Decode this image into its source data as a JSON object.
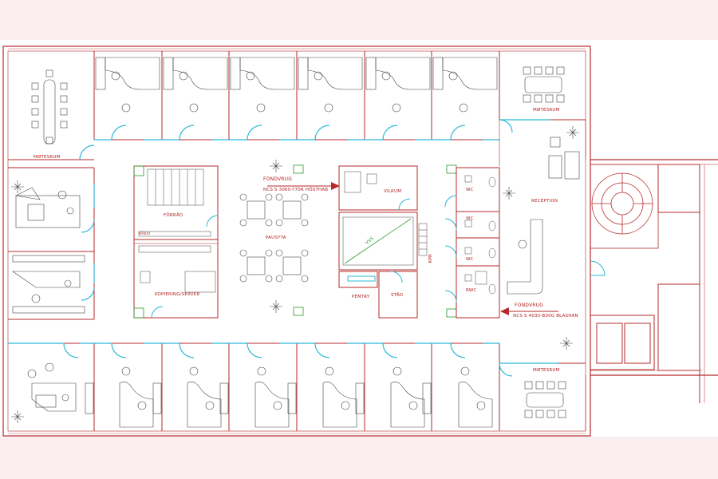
{
  "labels": {
    "motesrum_topleft": "MØTESRUM",
    "motesrum_topright": "MØTESRUM",
    "motesrum_bottomright": "MØTESRUM",
    "fonvrug_top": "FONDVRUG",
    "ncs_top": "NCS S 3060-Y70R HÖSTHAB",
    "fonvrug_bottom": "FONDVRUG",
    "ncs_bottom": "NCS S 4030-B30G BLASHAN",
    "forrad": "FÖRRÅD",
    "arkiv": "ARKIV",
    "kopiering": "KOPIERING/SERVER",
    "pausyta": "PAUSYTA",
    "vilrum": "VILRUM",
    "vvs": "VVS",
    "pentry": "PENTRY",
    "stad": "STÄD",
    "kpr": "KPR",
    "wc1": "WC",
    "wc2": "WC",
    "wc3": "WC",
    "rwc": "RWC",
    "reception": "RECEPTION"
  },
  "colors": {
    "background": "#fbeef0",
    "wall": "#b52a2a",
    "furniture": "#444444",
    "glass": "#2ab8d8",
    "accent_green": "#2a9a2a"
  }
}
